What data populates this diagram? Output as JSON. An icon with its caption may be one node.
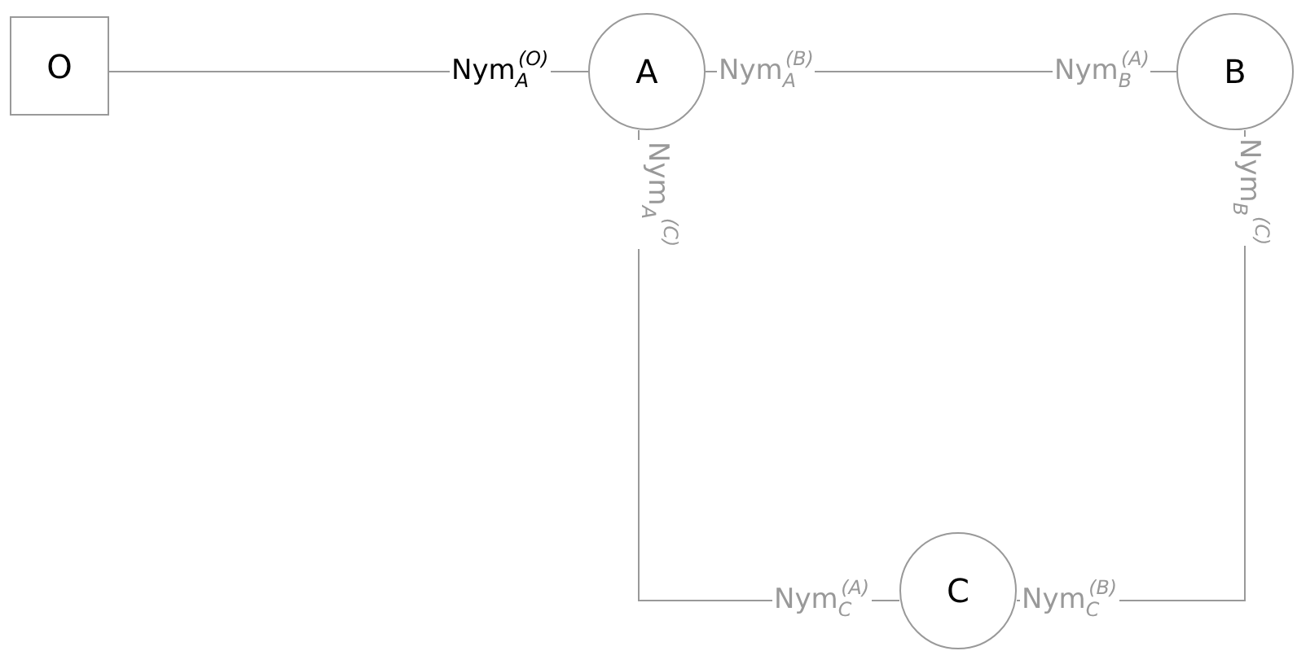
{
  "diagram": {
    "nodes": [
      {
        "text": [
          "O"
        ]
      },
      {
        "text": [
          "A"
        ],
        "beside": [
          "Nym$_{A}$$^{(O)}$",
          "Nym$_{A}$$^{(B)}$",
          "Nym$_{A}$$^{(C)}$"
        ]
      },
      {
        "text": [
          "B"
        ],
        "beside": [
          "Nym$_{B}$$^{(A)}$",
          "Nym$_{B}$$^{(C)}$"
        ]
      },
      {
        "text": [
          "C"
        ],
        "beside": [
          "Nym$_{C}$$^{(A)}$",
          "Nym$_{C}$$^{(B)}$"
        ]
      }
    ],
    "edges": [
      {
        "from": 0,
        "to": 1,
        "arrow": "none"
      },
      {
        "from": 1,
        "to": 2,
        "arrow": "none"
      },
      {
        "from": 1,
        "to": 3,
        "arrow": "none"
      },
      {
        "from": 2,
        "to": 3,
        "arrow": "none"
      }
    ]
  }
}
